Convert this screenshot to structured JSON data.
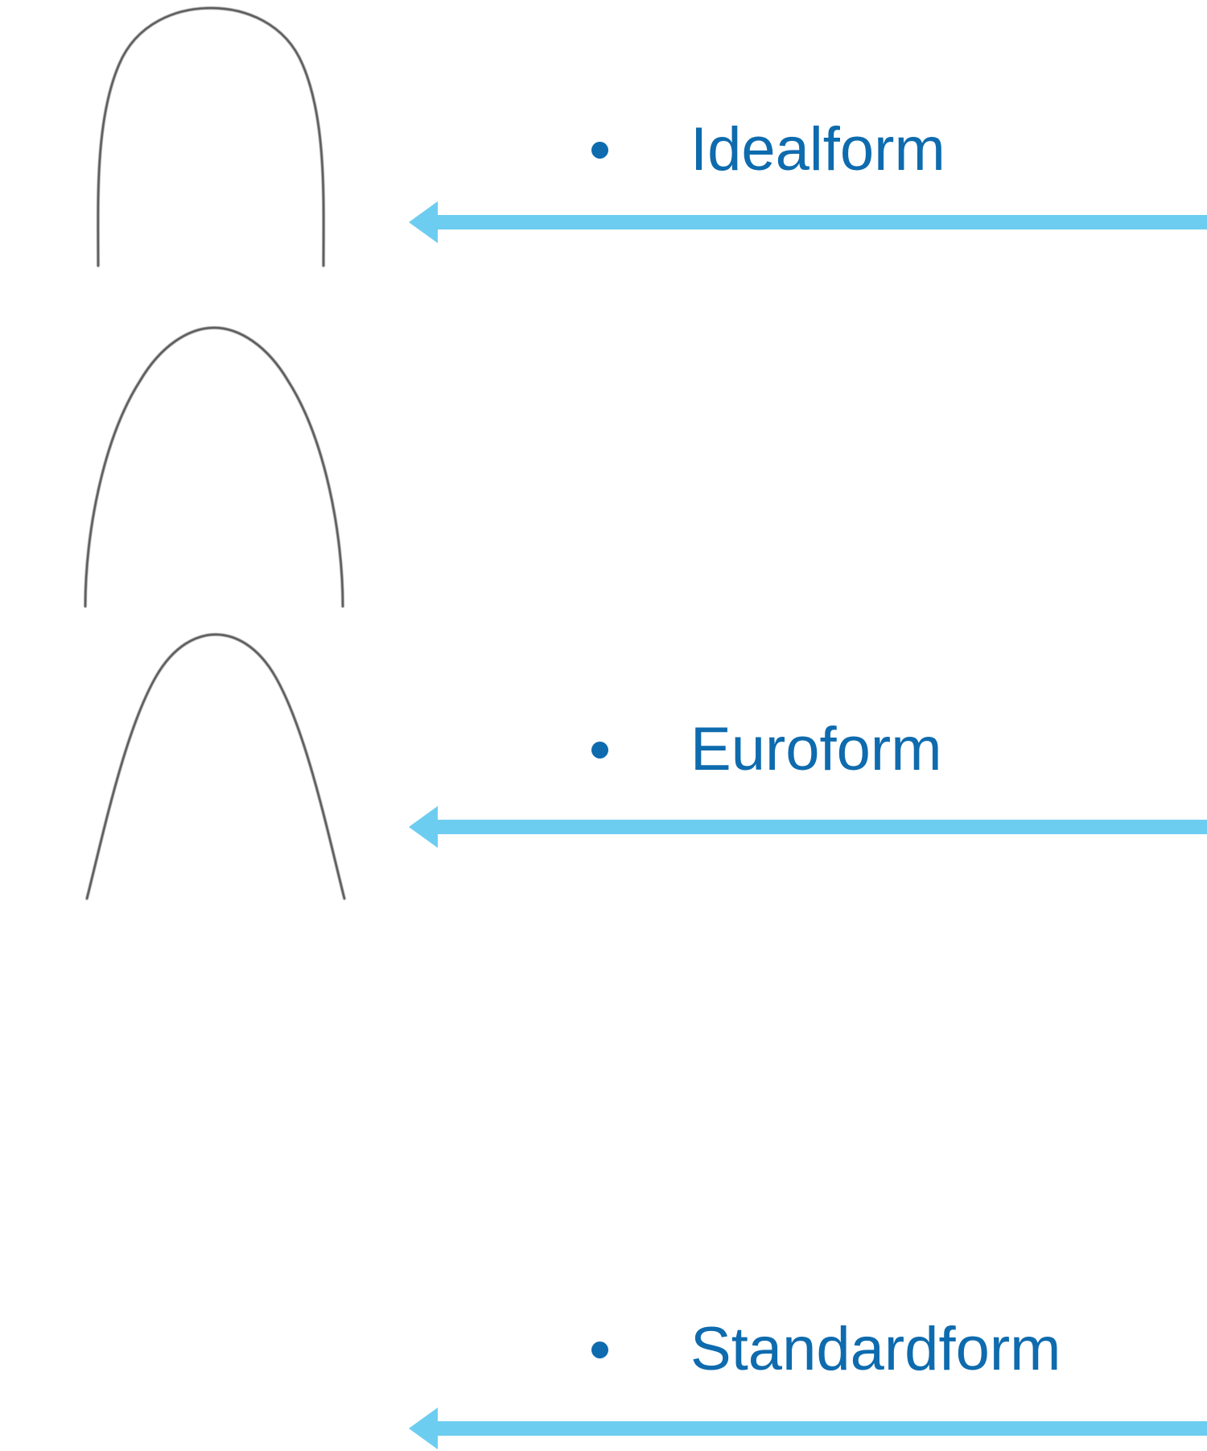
{
  "slide": {
    "background_color": "#ffffff",
    "title": "",
    "accent_text_color": "#0E6BAE",
    "arrow_color": "#6DCDF0",
    "archwire_stroke_color": "#5a5a5a"
  },
  "rows": [
    {
      "label": "Idealform",
      "bullet": "•",
      "arch_icon": "archwire-idealform-icon",
      "arch_description": "rounded square / U-shaped archwire with near-vertical legs and flattened apex",
      "arrow_icon": "left-arrow-icon",
      "arrow_direction": "left"
    },
    {
      "label": "Euroform",
      "bullet": "•",
      "arch_icon": "archwire-euroform-icon",
      "arch_description": "ovoid / parabolic archwire with gently curving legs",
      "arrow_icon": "left-arrow-icon",
      "arrow_direction": "left"
    },
    {
      "label": "Standardform",
      "bullet": "•",
      "arch_icon": "archwire-standardform-icon",
      "arch_description": "tapered archwire with splayed straight legs and narrow rounded apex",
      "arrow_icon": "left-arrow-icon",
      "arrow_direction": "left"
    }
  ]
}
